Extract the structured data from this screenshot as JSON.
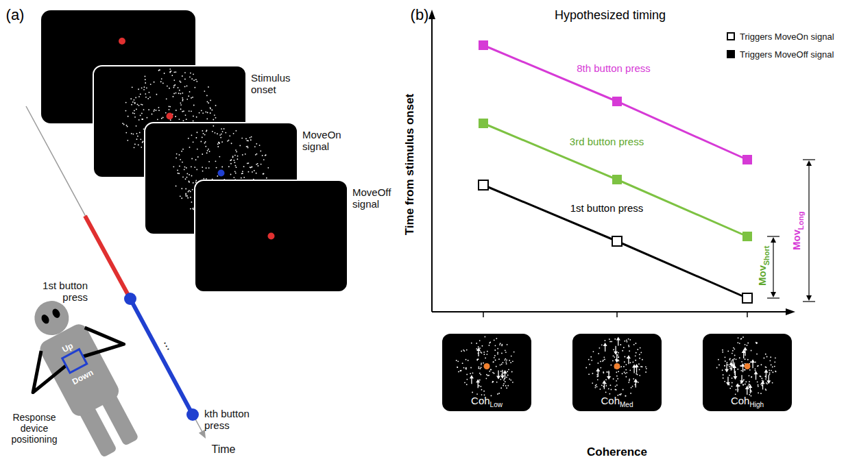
{
  "diagram": {
    "nodes": [
      {
        "text": [
          "Stimulus onset"
        ]
      },
      {
        "text": [
          "MoveOn signal"
        ]
      },
      {
        "text": [
          "MoveOff signal"
        ]
      },
      {
        "text": [
          "Coh",
          "Low"
        ]
      },
      {
        "text": [
          "Coh",
          "Med"
        ]
      },
      {
        "text": [
          "Coh",
          "High"
        ]
      }
    ],
    "labels": [
      "(a)",
      "1st button press",
      "...",
      "kth button press",
      "Up",
      "Down",
      "Response device positioning",
      "Time",
      "(b)",
      "Hypothesized timing",
      "8th button press",
      "3rd button press",
      "1st button press",
      "Mov",
      "Short",
      "Mov",
      "Long",
      "Time from stimulus onset",
      "Coherence"
    ],
    "legend": [
      {
        "text": "Triggers MoveOn signal"
      },
      {
        "text": "Triggers MoveOff signal"
      }
    ]
  }
}
